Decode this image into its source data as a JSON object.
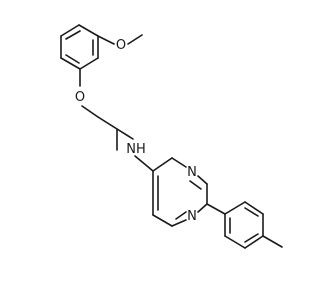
{
  "molecule": {
    "atom_labels": {
      "methoxy_oxygen": "O",
      "ether_oxygen": "O",
      "amine_nh": "NH",
      "pyrimidine_n_top": "N",
      "pyrimidine_n_bottom": "N"
    }
  }
}
